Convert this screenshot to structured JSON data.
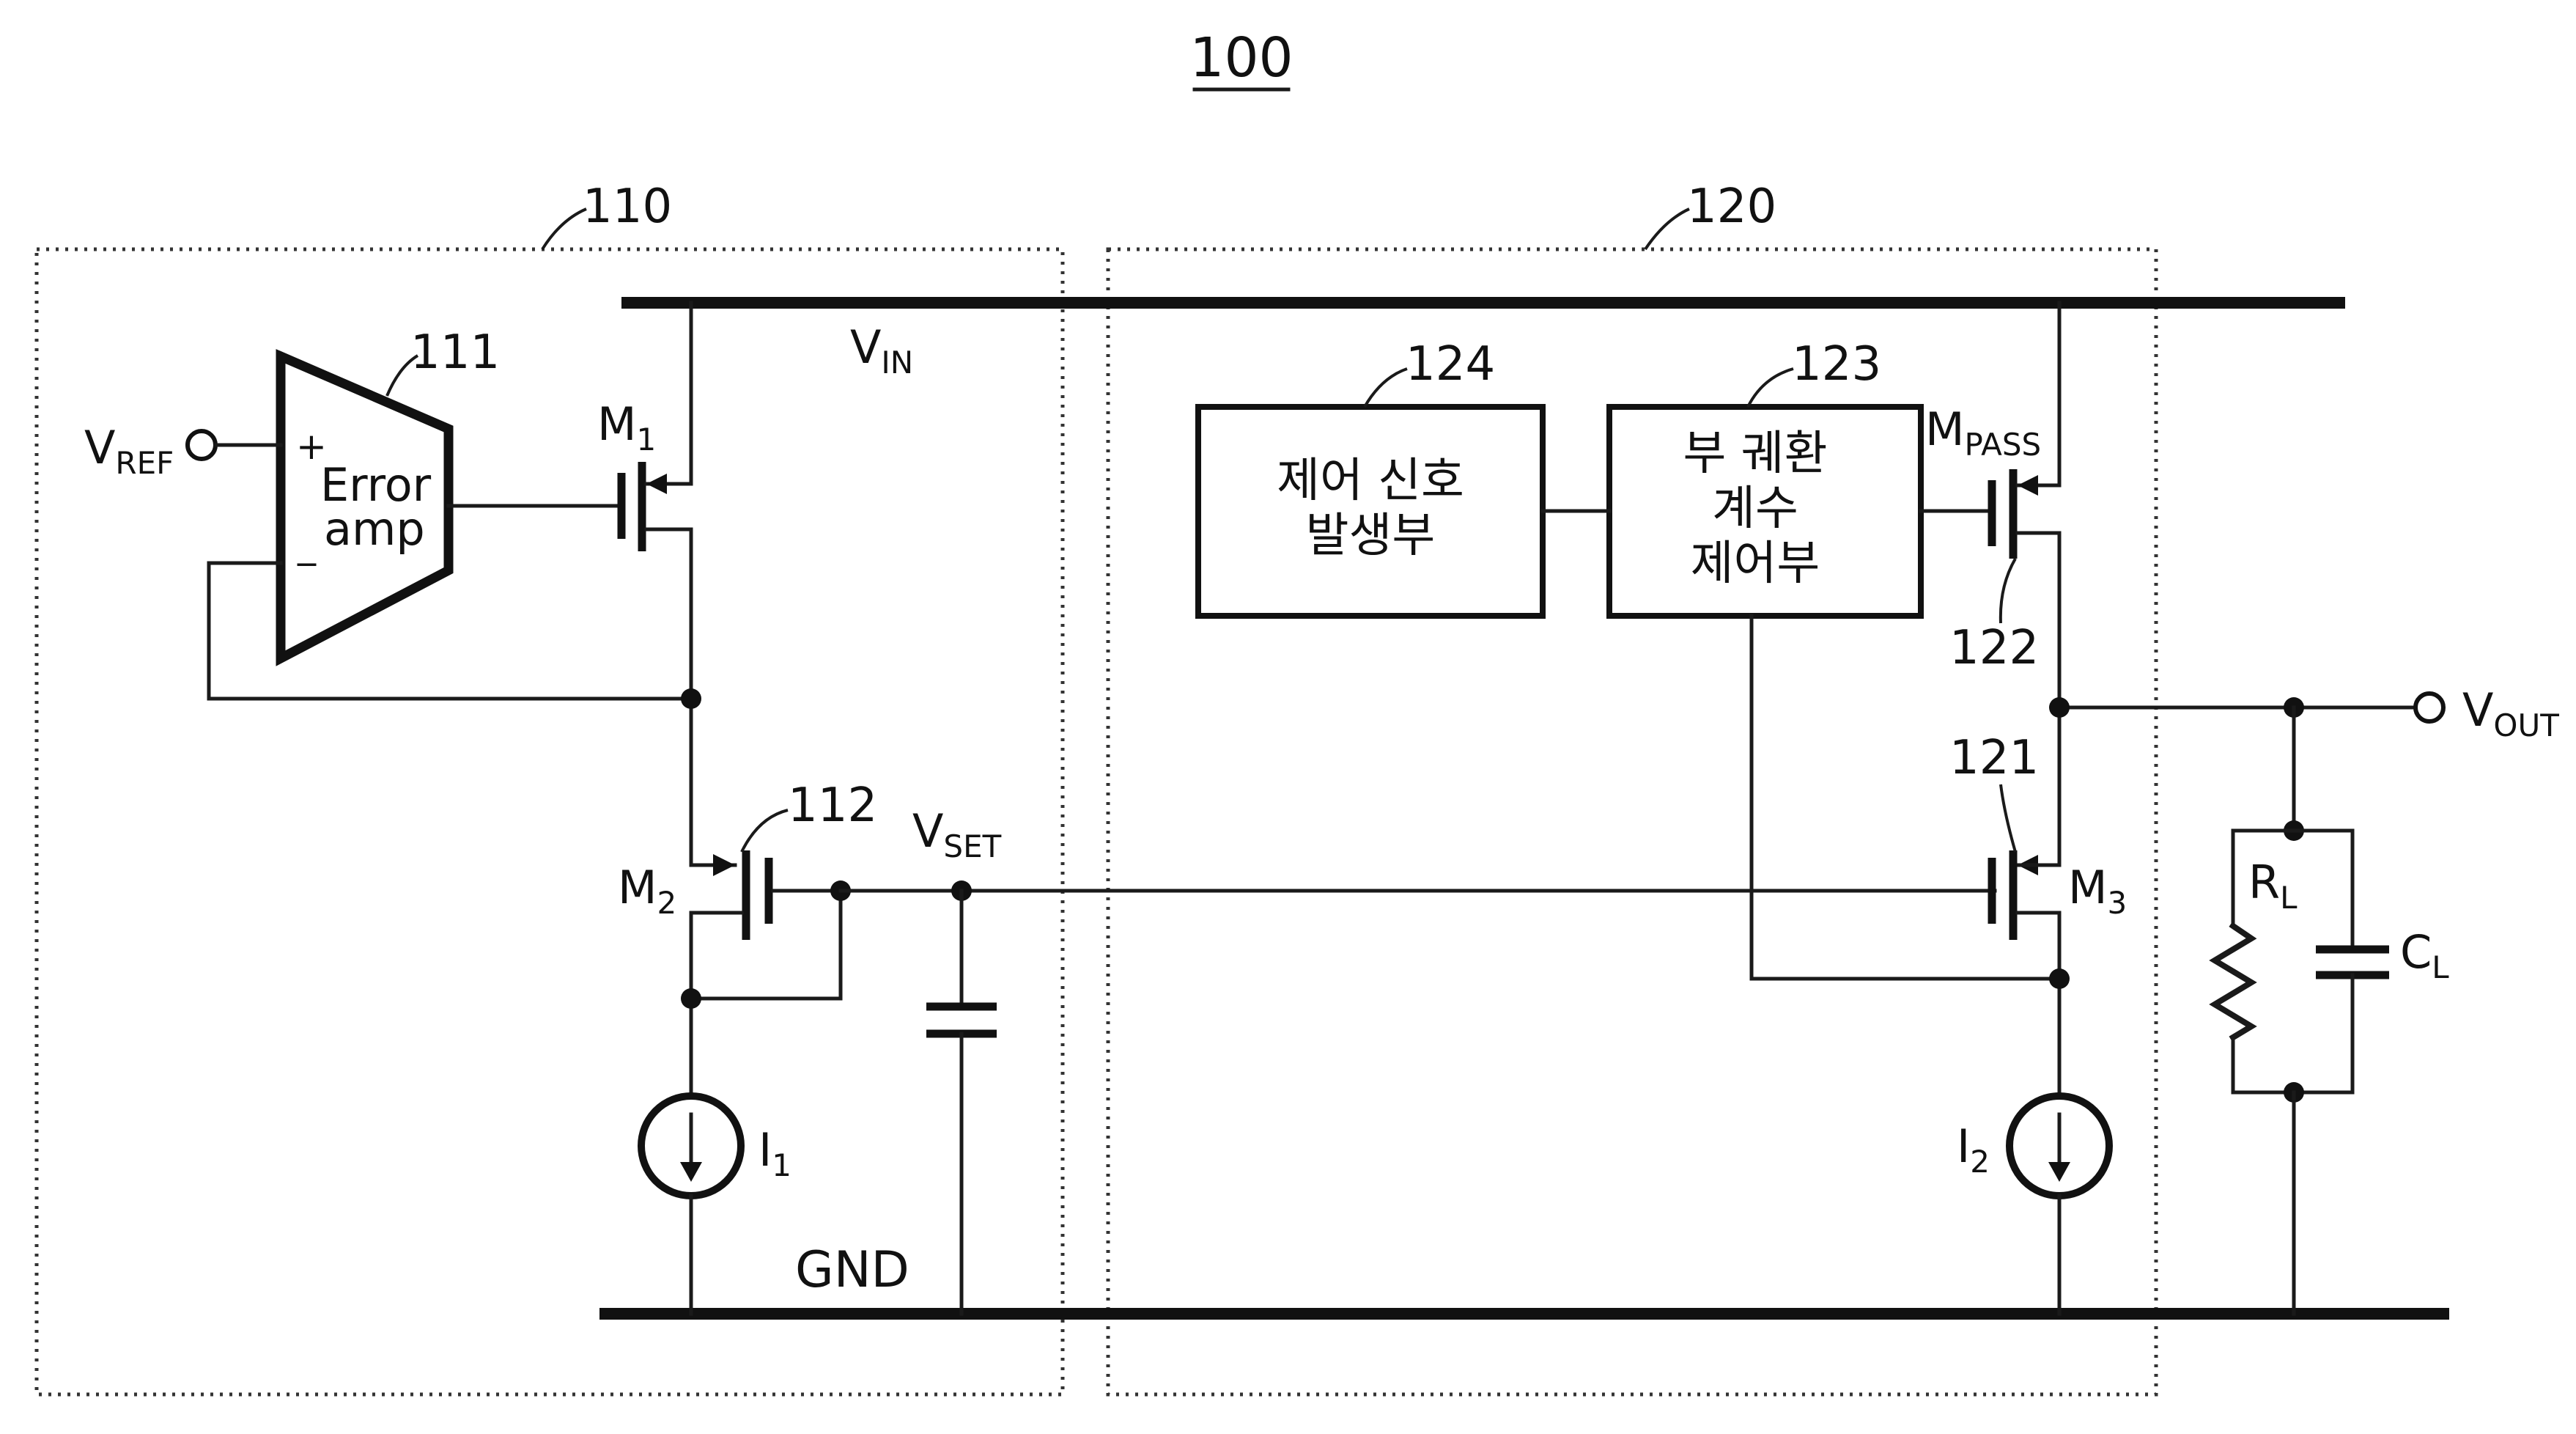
{
  "figure_number": "100",
  "blocks": {
    "left": {
      "ref": "110"
    },
    "right": {
      "ref": "120"
    }
  },
  "rails": {
    "vin": {
      "main": "V",
      "sub": "IN"
    },
    "gnd": "GND"
  },
  "error_amp": {
    "ref": "111",
    "line1": "Error",
    "line2": "amp",
    "plus": "+",
    "minus": "_"
  },
  "vref": {
    "main": "V",
    "sub": "REF"
  },
  "vset": {
    "main": "V",
    "sub": "SET"
  },
  "vout": {
    "main": "V",
    "sub": "OUT"
  },
  "transistors": {
    "m1": {
      "main": "M",
      "sub": "1"
    },
    "m2": {
      "main": "M",
      "sub": "2",
      "ref": "112"
    },
    "m3": {
      "main": "M",
      "sub": "3",
      "ref": "121"
    },
    "mpass": {
      "main": "M",
      "sub": "PASS",
      "ref": "122"
    }
  },
  "sources": {
    "i1": {
      "main": "I",
      "sub": "1"
    },
    "i2": {
      "main": "I",
      "sub": "2"
    }
  },
  "load": {
    "rl": {
      "main": "R",
      "sub": "L"
    },
    "cl": {
      "main": "C",
      "sub": "L"
    }
  },
  "control_signal_block": {
    "ref": "124",
    "line1": "제어 신호",
    "line2": "발생부"
  },
  "feedback_block": {
    "ref": "123",
    "line1": "부 궤환",
    "line2": "계수",
    "line3": "제어부"
  }
}
